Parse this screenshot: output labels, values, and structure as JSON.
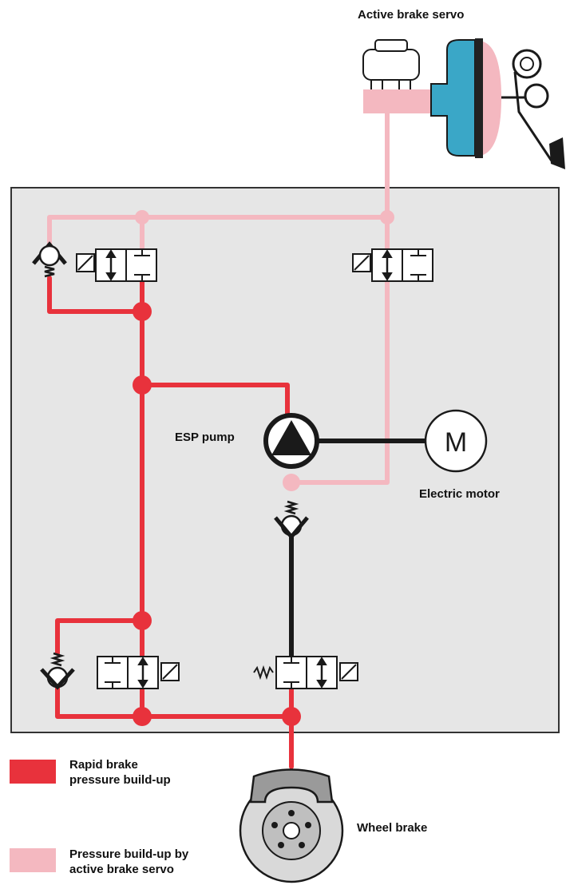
{
  "labels": {
    "active_brake_servo": "Active brake servo",
    "esp_pump": "ESP pump",
    "electric_motor": "Electric motor",
    "wheel_brake": "Wheel brake",
    "motor_letter": "M"
  },
  "legend": [
    {
      "text": "Rapid brake pressure build-up",
      "color": "#e8323c"
    },
    {
      "text": "Pressure build-up by active brake servo",
      "color": "#f4b8c0"
    }
  ],
  "colors": {
    "rapid": "#e8323c",
    "servo": "#f4b8c0",
    "black": "#1a1a1a",
    "panel": "#e6e6e6",
    "servo_body": "#3aa7c7"
  }
}
